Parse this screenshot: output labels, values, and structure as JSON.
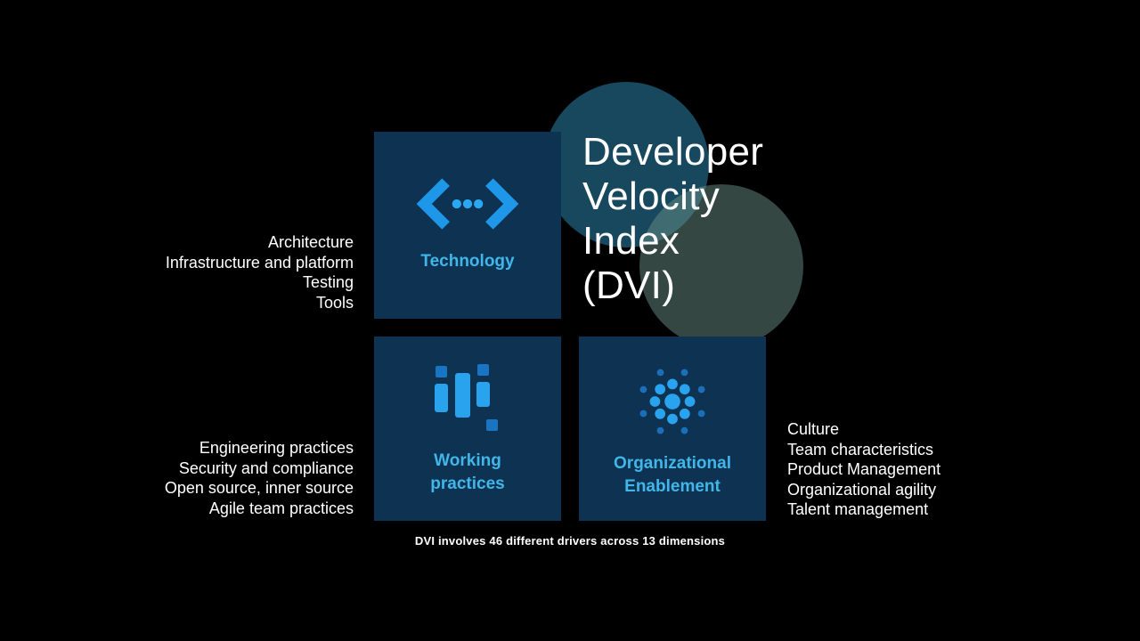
{
  "slide": {
    "title_lines": [
      "Developer",
      "Velocity",
      "Index",
      "(DVI)"
    ],
    "caption": "DVI involves 46 different drivers across 13 dimensions"
  },
  "colors": {
    "background": "#000000",
    "card_background": "#0d3252",
    "card_label_blue": "#41b6e9",
    "icon_blue": "#1f97e8",
    "icon_blue_light": "#2aa7f0",
    "icon_blue_dark": "#1a74c4",
    "circle_top": "#17485e",
    "circle_bottom": "#688e83",
    "text_white": "#ffffff"
  },
  "cards": {
    "technology": {
      "label": "Technology",
      "icon": "code-icon"
    },
    "working_practices": {
      "label": "Working\npractices",
      "icon": "bars-icon"
    },
    "organizational_enablement": {
      "label": "Organizational\nEnablement",
      "icon": "network-dots-icon"
    }
  },
  "lists": {
    "technology": {
      "items": [
        "Architecture",
        "Infrastructure and platform",
        "Testing",
        "Tools"
      ]
    },
    "working_practices": {
      "items": [
        "Engineering practices",
        "Security and compliance",
        "Open source, inner source",
        "Agile team practices"
      ]
    },
    "organizational_enablement": {
      "items": [
        "Culture",
        "Team characteristics",
        "Product Management",
        "Organizational agility",
        "Talent management"
      ]
    }
  }
}
